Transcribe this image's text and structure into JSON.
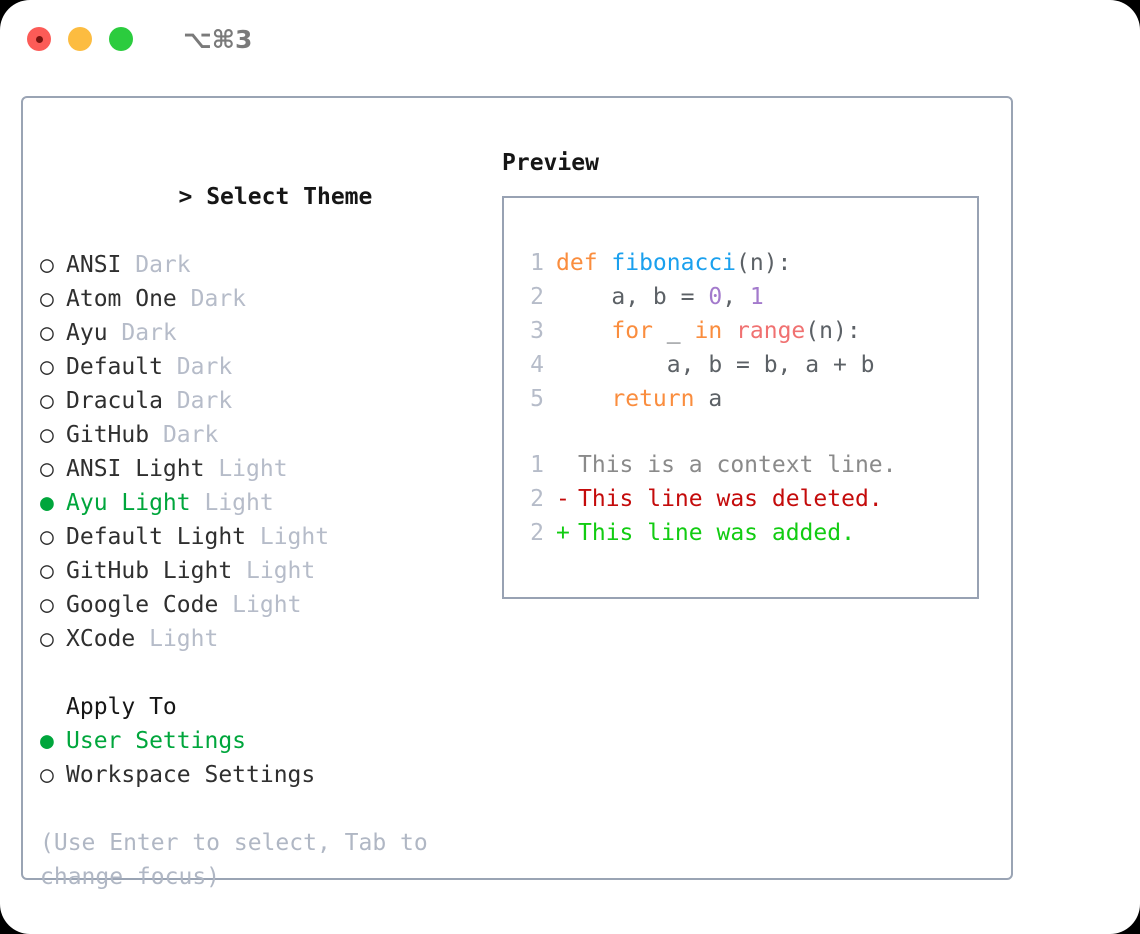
{
  "titlebar": {
    "shortcut": "⌥⌘3",
    "dots": [
      "close",
      "minimize",
      "maximize"
    ]
  },
  "theme_panel": {
    "header": "Select Theme",
    "caret": ">",
    "bullet_selected": "●",
    "bullet_unselected": "○",
    "items": [
      {
        "name": "ANSI",
        "variant": "Dark",
        "selected": false
      },
      {
        "name": "Atom One",
        "variant": "Dark",
        "selected": false
      },
      {
        "name": "Ayu",
        "variant": "Dark",
        "selected": false
      },
      {
        "name": "Default",
        "variant": "Dark",
        "selected": false
      },
      {
        "name": "Dracula",
        "variant": "Dark",
        "selected": false
      },
      {
        "name": "GitHub",
        "variant": "Dark",
        "selected": false
      },
      {
        "name": "ANSI Light",
        "variant": "Light",
        "selected": false
      },
      {
        "name": "Ayu Light",
        "variant": "Light",
        "selected": true
      },
      {
        "name": "Default Light",
        "variant": "Light",
        "selected": false
      },
      {
        "name": "GitHub Light",
        "variant": "Light",
        "selected": false
      },
      {
        "name": "Google Code",
        "variant": "Light",
        "selected": false
      },
      {
        "name": "XCode",
        "variant": "Light",
        "selected": false
      }
    ]
  },
  "apply_to": {
    "header": "Apply To",
    "items": [
      {
        "name": "User Settings",
        "selected": true
      },
      {
        "name": "Workspace Settings",
        "selected": false
      }
    ]
  },
  "hint": "(Use Enter to select, Tab to change focus)",
  "preview": {
    "header": "Preview",
    "code_lines": [
      {
        "num": "1",
        "tokens": [
          {
            "t": "def ",
            "c": "kw"
          },
          {
            "t": "fibonacci",
            "c": "fn"
          },
          {
            "t": "(n):",
            "c": "txt"
          }
        ]
      },
      {
        "num": "2",
        "tokens": [
          {
            "t": "    a, b = ",
            "c": "txt"
          },
          {
            "t": "0",
            "c": "num"
          },
          {
            "t": ", ",
            "c": "txt"
          },
          {
            "t": "1",
            "c": "num"
          }
        ]
      },
      {
        "num": "3",
        "tokens": [
          {
            "t": "    ",
            "c": "txt"
          },
          {
            "t": "for",
            "c": "kw"
          },
          {
            "t": " _ ",
            "c": "txt"
          },
          {
            "t": "in",
            "c": "kw"
          },
          {
            "t": " ",
            "c": "txt"
          },
          {
            "t": "range",
            "c": "call"
          },
          {
            "t": "(n):",
            "c": "txt"
          }
        ]
      },
      {
        "num": "4",
        "tokens": [
          {
            "t": "        a, b = b, a + b",
            "c": "txt"
          }
        ]
      },
      {
        "num": "5",
        "tokens": [
          {
            "t": "    ",
            "c": "txt"
          },
          {
            "t": "return",
            "c": "kw"
          },
          {
            "t": " a",
            "c": "txt"
          }
        ]
      }
    ],
    "diff_lines": [
      {
        "num": "1",
        "mark": " ",
        "text": "This is a context line.",
        "kind": "ctx"
      },
      {
        "num": "2",
        "mark": "-",
        "text": "This line was deleted.",
        "kind": "del"
      },
      {
        "num": "2",
        "mark": "+",
        "text": "This line was added.",
        "kind": "add"
      }
    ]
  },
  "colors": {
    "accent_green": "#00a63c",
    "keyword_orange": "#fa8d3e",
    "function_blue": "#1aa0ee",
    "number_purple": "#a37acc",
    "call_salmon": "#f07171",
    "diff_delete_red": "#c40b0b",
    "diff_add_green": "#12cc12",
    "muted_gray": "#b6bcc9",
    "border_gray": "#98a2b3"
  }
}
